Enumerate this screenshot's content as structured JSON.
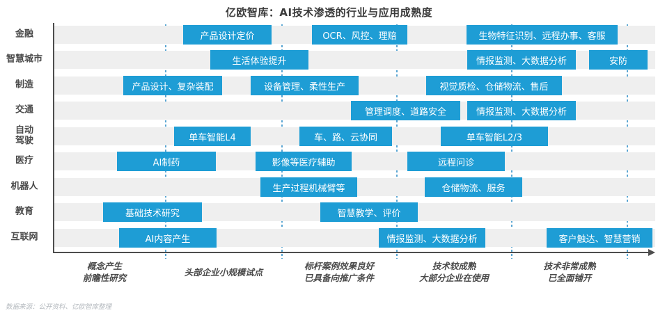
{
  "title": "亿欧智库：AI技术渗透的行业与应用成熟度",
  "footer": {
    "text": "数据来源：公开资料、亿欧智库整理"
  },
  "colors": {
    "box_blue": "#1e9dd5",
    "band_gray": "#efefef",
    "dashed_line_blue": "#58a5d2",
    "axis_gray": "#4d4d4d",
    "label_gray": "#4a4a4a",
    "footer_gray": "#b5babf"
  },
  "rows": [
    {
      "label": "金融",
      "boxes": [
        {
          "label": "产品设计定价",
          "css": "left:263px;width:127px"
        },
        {
          "label": "OCR、风控、理赔",
          "css": "left:448px;width:137px"
        },
        {
          "label": "生物特征识别、远程办事、客服",
          "css": "left:670px;width:217px"
        }
      ]
    },
    {
      "label": "智慧城市",
      "boxes": [
        {
          "label": "生活体验提升",
          "css": "left:302px;width:141px"
        },
        {
          "label": "情报监测、大数据分析",
          "css": "left:671px;width:156px"
        },
        {
          "label": "安防",
          "css": "left:846px;width:84px"
        }
      ]
    },
    {
      "label": "制造",
      "boxes": [
        {
          "label": "产品设计、复杂装配",
          "css": "left:177px;width:142px"
        },
        {
          "label": "设备管理、柔性生产",
          "css": "left:360px;width:155px"
        },
        {
          "label": "视觉质检、仓储物流、售后",
          "css": "left:612px;width:195px"
        }
      ]
    },
    {
      "label": "交通",
      "boxes": [
        {
          "label": "管理调度、道路安全",
          "css": "left:504px;width:157px"
        },
        {
          "label": "情报监测、大数据分析",
          "css": "left:671px;width:156px"
        }
      ]
    },
    {
      "label": "自动\n驾驶",
      "boxes": [
        {
          "label": "单车智能L4",
          "css": "left:250px;width:110px"
        },
        {
          "label": "车、路、云协同",
          "css": "left:430px;width:133px"
        },
        {
          "label": "单车智能L2/3",
          "css": "left:633px;width:154px"
        }
      ]
    },
    {
      "label": "医疗",
      "boxes": [
        {
          "label": "AI制药",
          "css": "left:168px;width:142px"
        },
        {
          "label": "影像等医疗辅助",
          "css": "left:367px;width:138px"
        },
        {
          "label": "远程问诊",
          "css": "left:585px;width:140px"
        }
      ]
    },
    {
      "label": "机器人",
      "boxes": [
        {
          "label": "生产过程机械臂等",
          "css": "left:374px;width:139px"
        },
        {
          "label": "仓储物流、服务",
          "css": "left:610px;width:140px"
        }
      ]
    },
    {
      "label": "教育",
      "boxes": [
        {
          "label": "基础技术研究",
          "css": "left:148px;width:142px"
        },
        {
          "label": "智慧教学、评价",
          "css": "left:460px;width:140px"
        }
      ]
    },
    {
      "label": "互联网",
      "boxes": [
        {
          "label": "AI内容产生",
          "css": "left:171px;width:140px"
        },
        {
          "label": "情报监测、大数据分析",
          "css": "left:544px;width:153px"
        },
        {
          "label": "客户触达、智慧营销",
          "css": "left:785px;width:152px"
        }
      ]
    }
  ],
  "stages": [
    {
      "label": "概念产生\n前瞻性研究"
    },
    {
      "label": "头部企业小规模试点"
    },
    {
      "label": "标杆案例效果良好\n已具备向推广条件"
    },
    {
      "label": "技术较成熟\n大部分企业在使用"
    },
    {
      "label": "技术非常成熟\n已全面铺开"
    }
  ],
  "chart_data": {
    "type": "bar",
    "variant": "horizontal-gantt-maturity-timeline",
    "title": "亿欧智库：AI技术渗透的行业与应用成熟度",
    "categories": [
      "金融",
      "智慧城市",
      "制造",
      "交通",
      "自动驾驶",
      "医疗",
      "机器人",
      "教育",
      "互联网"
    ],
    "x_stages": [
      "概念产生 前瞻性研究",
      "头部企业小规模试点",
      "标杆案例效果良好 已具备向推广条件",
      "技术较成熟 大部分企业在使用",
      "技术非常成熟 已全面铺开"
    ],
    "x_range_stage_units": [
      0,
      5.9
    ],
    "grid": "dashed-vertical-stage-dividers",
    "legend": "none",
    "items": [
      {
        "industry": "金融",
        "label": "产品设计定价",
        "stage_span": [
          1.1,
          1.9
        ]
      },
      {
        "industry": "金融",
        "label": "OCR、风控、理赔",
        "stage_span": [
          2.3,
          3.1
        ]
      },
      {
        "industry": "金融",
        "label": "生物特征识别、远程办事、客服",
        "stage_span": [
          3.6,
          4.9
        ]
      },
      {
        "industry": "智慧城市",
        "label": "生活体验提升",
        "stage_span": [
          1.4,
          2.2
        ]
      },
      {
        "industry": "智慧城市",
        "label": "情报监测、大数据分析",
        "stage_span": [
          3.6,
          4.6
        ]
      },
      {
        "industry": "智慧城市",
        "label": "安防",
        "stage_span": [
          4.7,
          5.7
        ]
      },
      {
        "industry": "制造",
        "label": "产品设计、复杂装配",
        "stage_span": [
          0.6,
          1.5
        ]
      },
      {
        "industry": "制造",
        "label": "设备管理、柔性生产",
        "stage_span": [
          1.7,
          2.7
        ]
      },
      {
        "industry": "制造",
        "label": "视觉质检、仓储物流、售后",
        "stage_span": [
          3.3,
          4.4
        ]
      },
      {
        "industry": "交通",
        "label": "管理调度、道路安全",
        "stage_span": [
          2.6,
          3.6
        ]
      },
      {
        "industry": "交通",
        "label": "情报监测、大数据分析",
        "stage_span": [
          3.6,
          4.6
        ]
      },
      {
        "industry": "自动驾驶",
        "label": "单车智能L4",
        "stage_span": [
          1.1,
          1.7
        ]
      },
      {
        "industry": "自动驾驶",
        "label": "车、路、云协同",
        "stage_span": [
          2.2,
          3.0
        ]
      },
      {
        "industry": "自动驾驶",
        "label": "单车智能L2/3",
        "stage_span": [
          3.4,
          4.3
        ]
      },
      {
        "industry": "医疗",
        "label": "AI制药",
        "stage_span": [
          0.6,
          1.4
        ]
      },
      {
        "industry": "医疗",
        "label": "影像等医疗辅助",
        "stage_span": [
          1.8,
          2.6
        ]
      },
      {
        "industry": "医疗",
        "label": "远程问诊",
        "stage_span": [
          3.1,
          3.9
        ]
      },
      {
        "industry": "机器人",
        "label": "生产过程机械臂等",
        "stage_span": [
          1.8,
          2.7
        ]
      },
      {
        "industry": "机器人",
        "label": "仓储物流、服务",
        "stage_span": [
          3.2,
          4.1
        ]
      },
      {
        "industry": "教育",
        "label": "基础技术研究",
        "stage_span": [
          0.4,
          1.3
        ]
      },
      {
        "industry": "教育",
        "label": "智慧教学、评价",
        "stage_span": [
          2.3,
          3.2
        ]
      },
      {
        "industry": "互联网",
        "label": "AI内容产生",
        "stage_span": [
          0.6,
          1.4
        ]
      },
      {
        "industry": "互联网",
        "label": "情报监测、大数据分析",
        "stage_span": [
          2.8,
          3.8
        ]
      },
      {
        "industry": "互联网",
        "label": "客户触达、智慧营销",
        "stage_span": [
          4.3,
          5.9
        ]
      }
    ]
  }
}
